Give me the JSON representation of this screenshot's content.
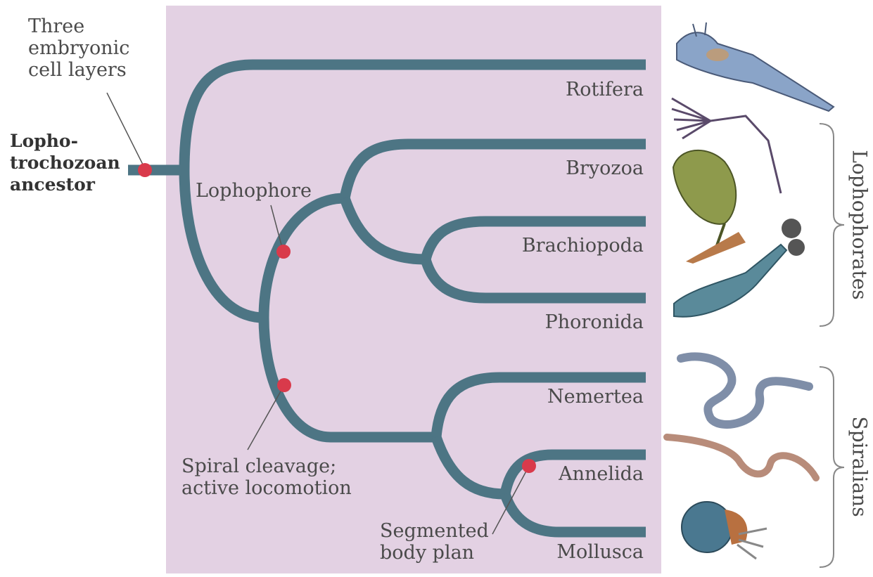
{
  "ancestor": {
    "line1": "Lopho-",
    "line2": "trochozoan",
    "line3": "ancestor"
  },
  "traits": {
    "three_layers": {
      "line1": "Three",
      "line2": "embryonic",
      "line3": "cell layers"
    },
    "lophophore": "Lophophore",
    "spiral": {
      "line1": "Spiral cleavage;",
      "line2": "active locomotion"
    },
    "segmented": {
      "line1": "Segmented",
      "line2": "body plan"
    }
  },
  "taxa": [
    "Rotifera",
    "Bryozoa",
    "Brachiopoda",
    "Phoronida",
    "Nemertea",
    "Annelida",
    "Mollusca"
  ],
  "groups": {
    "lophophorates": "Lophophorates",
    "spiralians": "Spiralians"
  },
  "colors": {
    "panel": "#e3d1e3",
    "branch": "#4d7584",
    "marker": "#d93a4b",
    "bracket": "#888888"
  }
}
